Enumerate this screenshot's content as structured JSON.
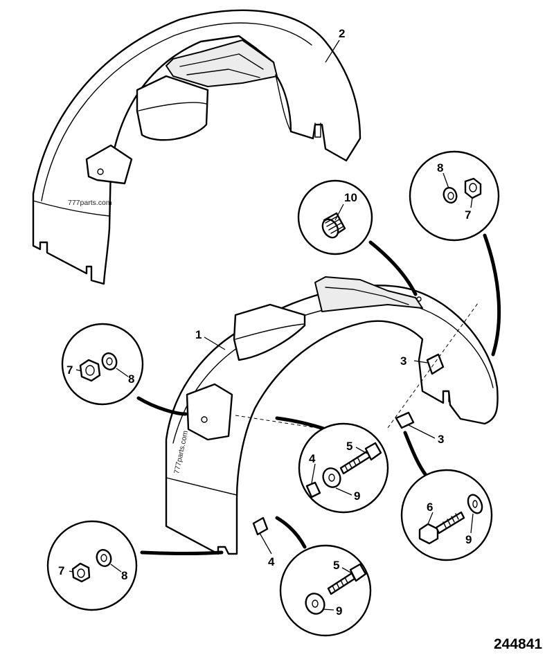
{
  "callouts": {
    "mudguard_upper": "2",
    "mudguard_lower": "1",
    "spacer_right_upper": "3",
    "spacer_right_lower": "3",
    "spacer_lower_left": "4",
    "insert_10": "10",
    "washer_top_right": "8",
    "nut_top_right": "7",
    "nut_left": "7",
    "washer_left": "8",
    "spacer_mid": "4",
    "bolt_mid": "5",
    "washer_mid": "9",
    "bolt_right": "6",
    "washer_right": "9",
    "nut_bottom_left": "7",
    "washer_bottom_left": "8",
    "bolt_bottom": "5",
    "washer_bottom": "9"
  },
  "watermark": {
    "upper": "777parts.com",
    "lower": "777parts.com"
  },
  "drawing_number": "244841"
}
